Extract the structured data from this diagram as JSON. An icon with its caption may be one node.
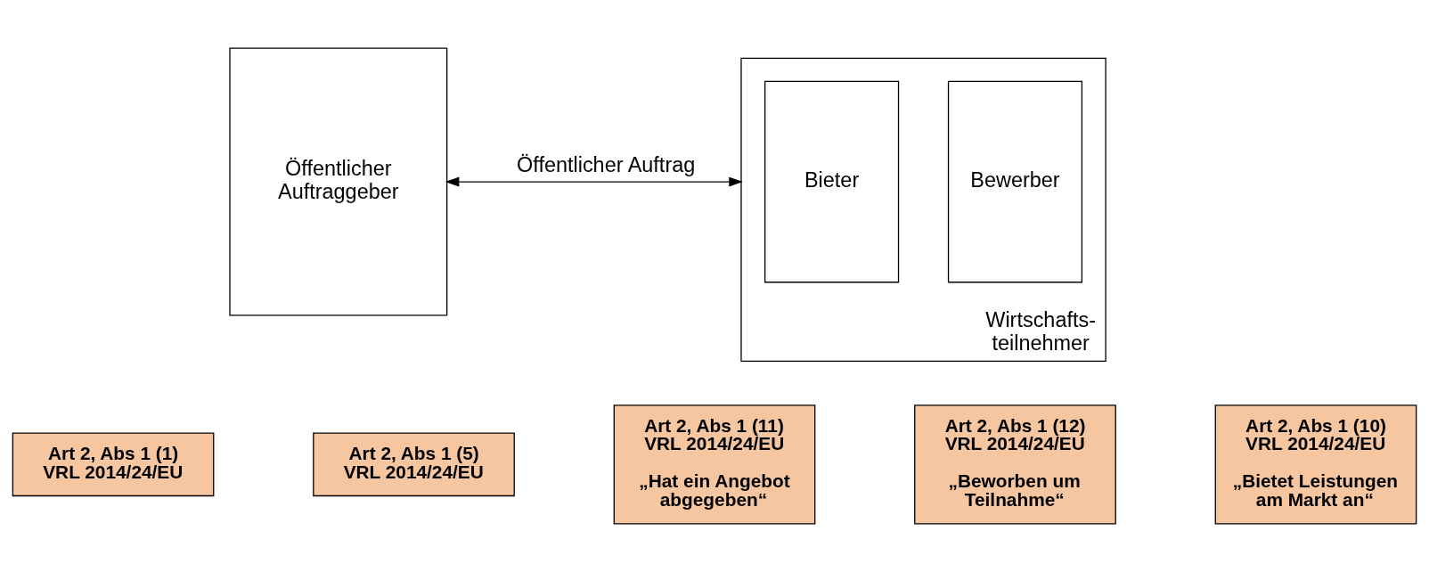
{
  "diagram": {
    "nodes": [
      {
        "text": [
          "Öffentlicher Auftraggeber"
        ]
      },
      {
        "text": [
          "Wirtschafts- teilnehmer"
        ]
      },
      {
        "text": [
          "Bieter"
        ],
        "in": 1
      },
      {
        "text": [
          "Bewerber"
        ],
        "in": 1
      },
      {
        "text": [
          "Art 2, Abs 1 (1) VRL 2014/24/EU"
        ]
      },
      {
        "text": [
          "Art 2, Abs 1 (5) VRL 2014/24/EU"
        ]
      },
      {
        "text": [
          "Art 2, Abs 1 (11) VRL 2014/24/EU",
          "„Hat ein Angebot abgegeben“"
        ]
      },
      {
        "text": [
          "Art 2, Abs 1 (12) VRL 2014/24/EU",
          "„Beworben um Teilnahme“"
        ]
      },
      {
        "text": [
          "Art 2, Abs 1 (10) VRL 2014/24/EU",
          "„Bietet Leistungen am Markt an“"
        ]
      }
    ],
    "edges": [
      {
        "from": 0,
        "to": 1,
        "arrow": "both",
        "label": "Öffentlicher Auftrag"
      }
    ]
  }
}
